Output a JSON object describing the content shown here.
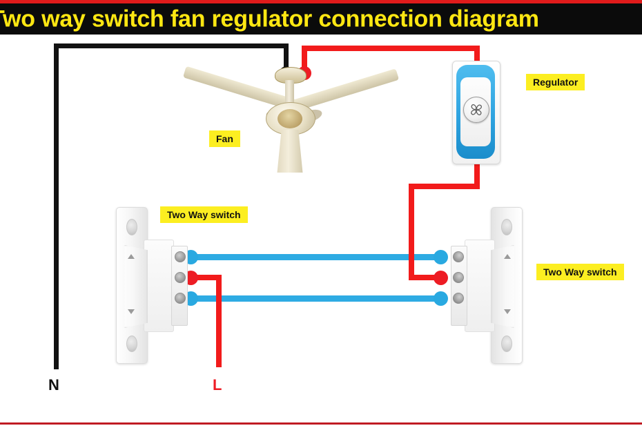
{
  "banner": {
    "title": "Two way switch fan regulator connection diagram",
    "bg_color": "#0b0b0b",
    "text_color": "#ffe712",
    "accent_strip_color": "#e01b1b"
  },
  "bottom_rule": {
    "color": "#c01b23"
  },
  "labels": {
    "fan": "Fan",
    "regulator": "Regulator",
    "switch_left": "Two Way switch",
    "switch_right": "Two Way switch",
    "neutral": "N",
    "live": "L"
  },
  "wire_colors": {
    "neutral_black": "#121212",
    "live_red": "#f21b1b",
    "traveler_blue": "#2eabe3"
  },
  "components": {
    "fan": {
      "name": "ceiling fan",
      "blade_count": 3,
      "terminals": [
        "neutral-black",
        "live-red"
      ]
    },
    "regulator": {
      "name": "fan speed regulator",
      "knob_icon": "fan-blade-icon",
      "bezel_color": "#2ea3e0",
      "terminals": [
        "top-red",
        "bottom-red"
      ]
    },
    "switch_left": {
      "name": "two way switch left",
      "terminal_order": [
        "blue",
        "red",
        "blue"
      ],
      "rocker_markers": [
        "arrow-up-icon",
        "arrow-down-icon"
      ],
      "screw_holes": 2
    },
    "switch_right": {
      "name": "two way switch right",
      "terminal_order": [
        "blue",
        "red",
        "blue"
      ],
      "rocker_markers": [
        "arrow-up-icon",
        "arrow-down-icon"
      ],
      "screw_holes": 2
    }
  },
  "connections": [
    {
      "id": "neutral-run",
      "color": "black",
      "from": "N supply",
      "to": "fan neutral terminal"
    },
    {
      "id": "fan-to-regulator",
      "color": "red",
      "from": "fan live terminal",
      "to": "regulator top terminal"
    },
    {
      "id": "regulator-to-right-switch",
      "color": "red",
      "from": "regulator bottom terminal",
      "to": "right switch common terminal"
    },
    {
      "id": "traveler-top",
      "color": "blue",
      "from": "left switch terminal 1",
      "to": "right switch terminal 1"
    },
    {
      "id": "traveler-bottom",
      "color": "blue",
      "from": "left switch terminal 3",
      "to": "right switch terminal 3"
    },
    {
      "id": "live-supply",
      "color": "red",
      "from": "L supply",
      "to": "left switch common terminal"
    }
  ]
}
